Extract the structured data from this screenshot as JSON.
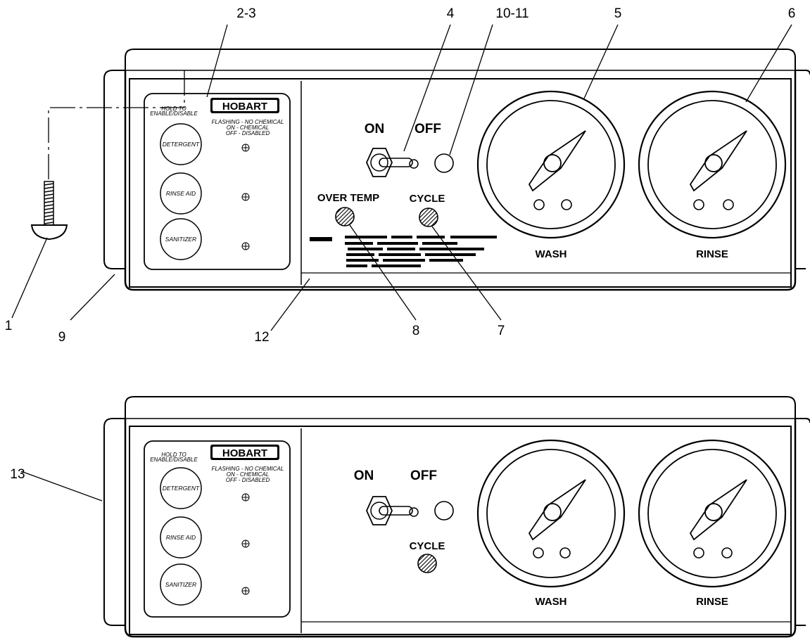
{
  "callouts": {
    "c1": "1",
    "c2_3": "2-3",
    "c4": "4",
    "c5": "5",
    "c6": "6",
    "c7": "7",
    "c8": "8",
    "c9": "9",
    "c10_11": "10-11",
    "c12": "12",
    "c13": "13"
  },
  "panel_top": {
    "hold_label_line1": "HOLD TO",
    "hold_label_line2": "ENABLE/DISABLE",
    "brand": "HOBART",
    "legend_line1": "FLASHING - NO CHEMICAL",
    "legend_line2": "ON - CHEMICAL",
    "legend_line3": "OFF - DISABLED",
    "button_detergent": "DETERGENT",
    "button_rinse_aid": "RINSE AID",
    "button_sanitizer": "SANITIZER",
    "switch_on": "ON",
    "switch_off": "OFF",
    "over_temp": "OVER TEMP",
    "cycle": "CYCLE",
    "gauge_wash": "WASH",
    "gauge_rinse": "RINSE"
  },
  "panel_bottom": {
    "hold_label_line1": "HOLD TO",
    "hold_label_line2": "ENABLE/DISABLE",
    "brand": "HOBART",
    "legend_line1": "FLASHING - NO CHEMICAL",
    "legend_line2": "ON - CHEMICAL",
    "legend_line3": "OFF - DISABLED",
    "button_detergent": "DETERGENT",
    "button_rinse_aid": "RINSE AID",
    "button_sanitizer": "SANITIZER",
    "switch_on": "ON",
    "switch_off": "OFF",
    "cycle": "CYCLE",
    "gauge_wash": "WASH",
    "gauge_rinse": "RINSE"
  }
}
